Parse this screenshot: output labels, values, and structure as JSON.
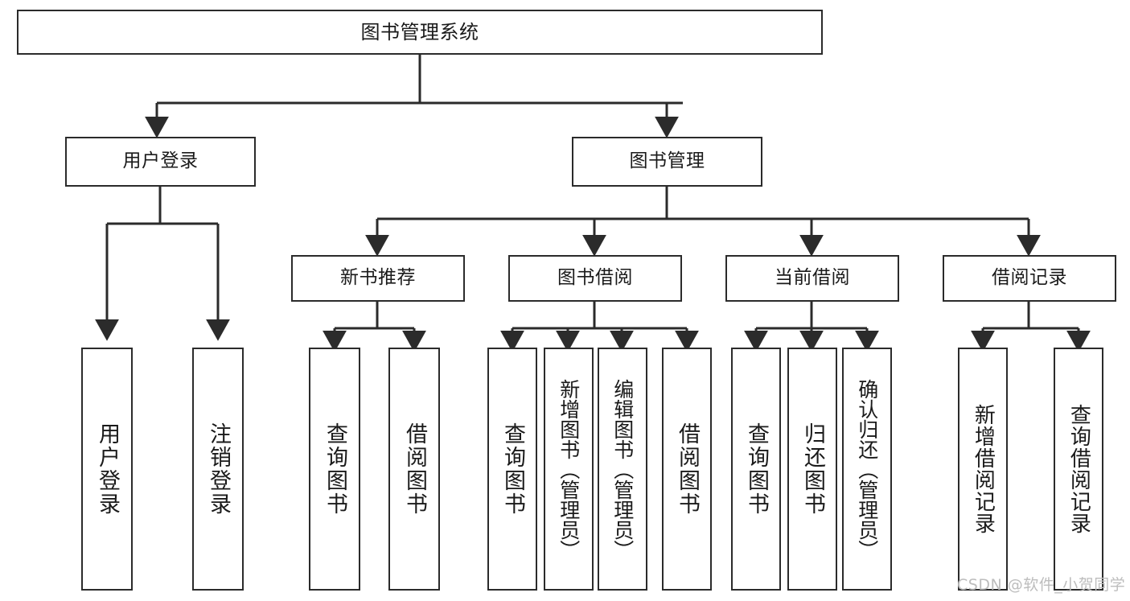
{
  "diagram": {
    "title": "图书管理系统",
    "type": "tree-hierarchy-diagram",
    "root": {
      "label": "图书管理系统"
    },
    "level2": [
      {
        "label": "用户登录"
      },
      {
        "label": "图书管理"
      }
    ],
    "level3": [
      {
        "label": "新书推荐"
      },
      {
        "label": "图书借阅"
      },
      {
        "label": "当前借阅"
      },
      {
        "label": "借阅记录"
      }
    ],
    "leaves": {
      "user_login": [
        {
          "label": "用户登录"
        },
        {
          "label": "注销登录"
        }
      ],
      "new_book_recommend": [
        {
          "label": "查询图书"
        },
        {
          "label": "借阅图书"
        }
      ],
      "book_borrow": [
        {
          "label": "查询图书"
        },
        {
          "label": "新增图书（管理员）"
        },
        {
          "label": "编辑图书（管理员）"
        },
        {
          "label": "借阅图书"
        }
      ],
      "current_borrow": [
        {
          "label": "查询图书"
        },
        {
          "label": "归还图书"
        },
        {
          "label": "确认归还（管理员）"
        }
      ],
      "borrow_record": [
        {
          "label": "新增借阅记录"
        },
        {
          "label": "查询借阅记录"
        }
      ]
    }
  },
  "watermark": {
    "text": "CSDN @软件_小贺同学"
  },
  "colors": {
    "stroke": "#2b2b2b",
    "box_fill": "#ffffff",
    "text": "#1a1a1a",
    "watermark": "#bdbdbd",
    "background": "#ffffff"
  }
}
